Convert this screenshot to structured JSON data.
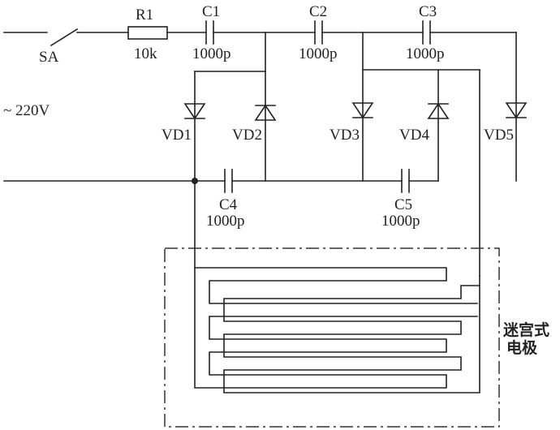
{
  "switch": {
    "label": "SA"
  },
  "resistor": {
    "name": "R1",
    "value": "10k"
  },
  "capacitors": [
    {
      "name": "C1",
      "value": "1000p"
    },
    {
      "name": "C2",
      "value": "1000p"
    },
    {
      "name": "C3",
      "value": "1000p"
    },
    {
      "name": "C4",
      "value": "1000p"
    },
    {
      "name": "C5",
      "value": "1000p"
    }
  ],
  "diodes": [
    "VD1",
    "VD2",
    "VD3",
    "VD4",
    "VD5"
  ],
  "source": {
    "label": "~ 220V"
  },
  "electrode": {
    "line1": "迷宫式",
    "line2": "电极"
  }
}
